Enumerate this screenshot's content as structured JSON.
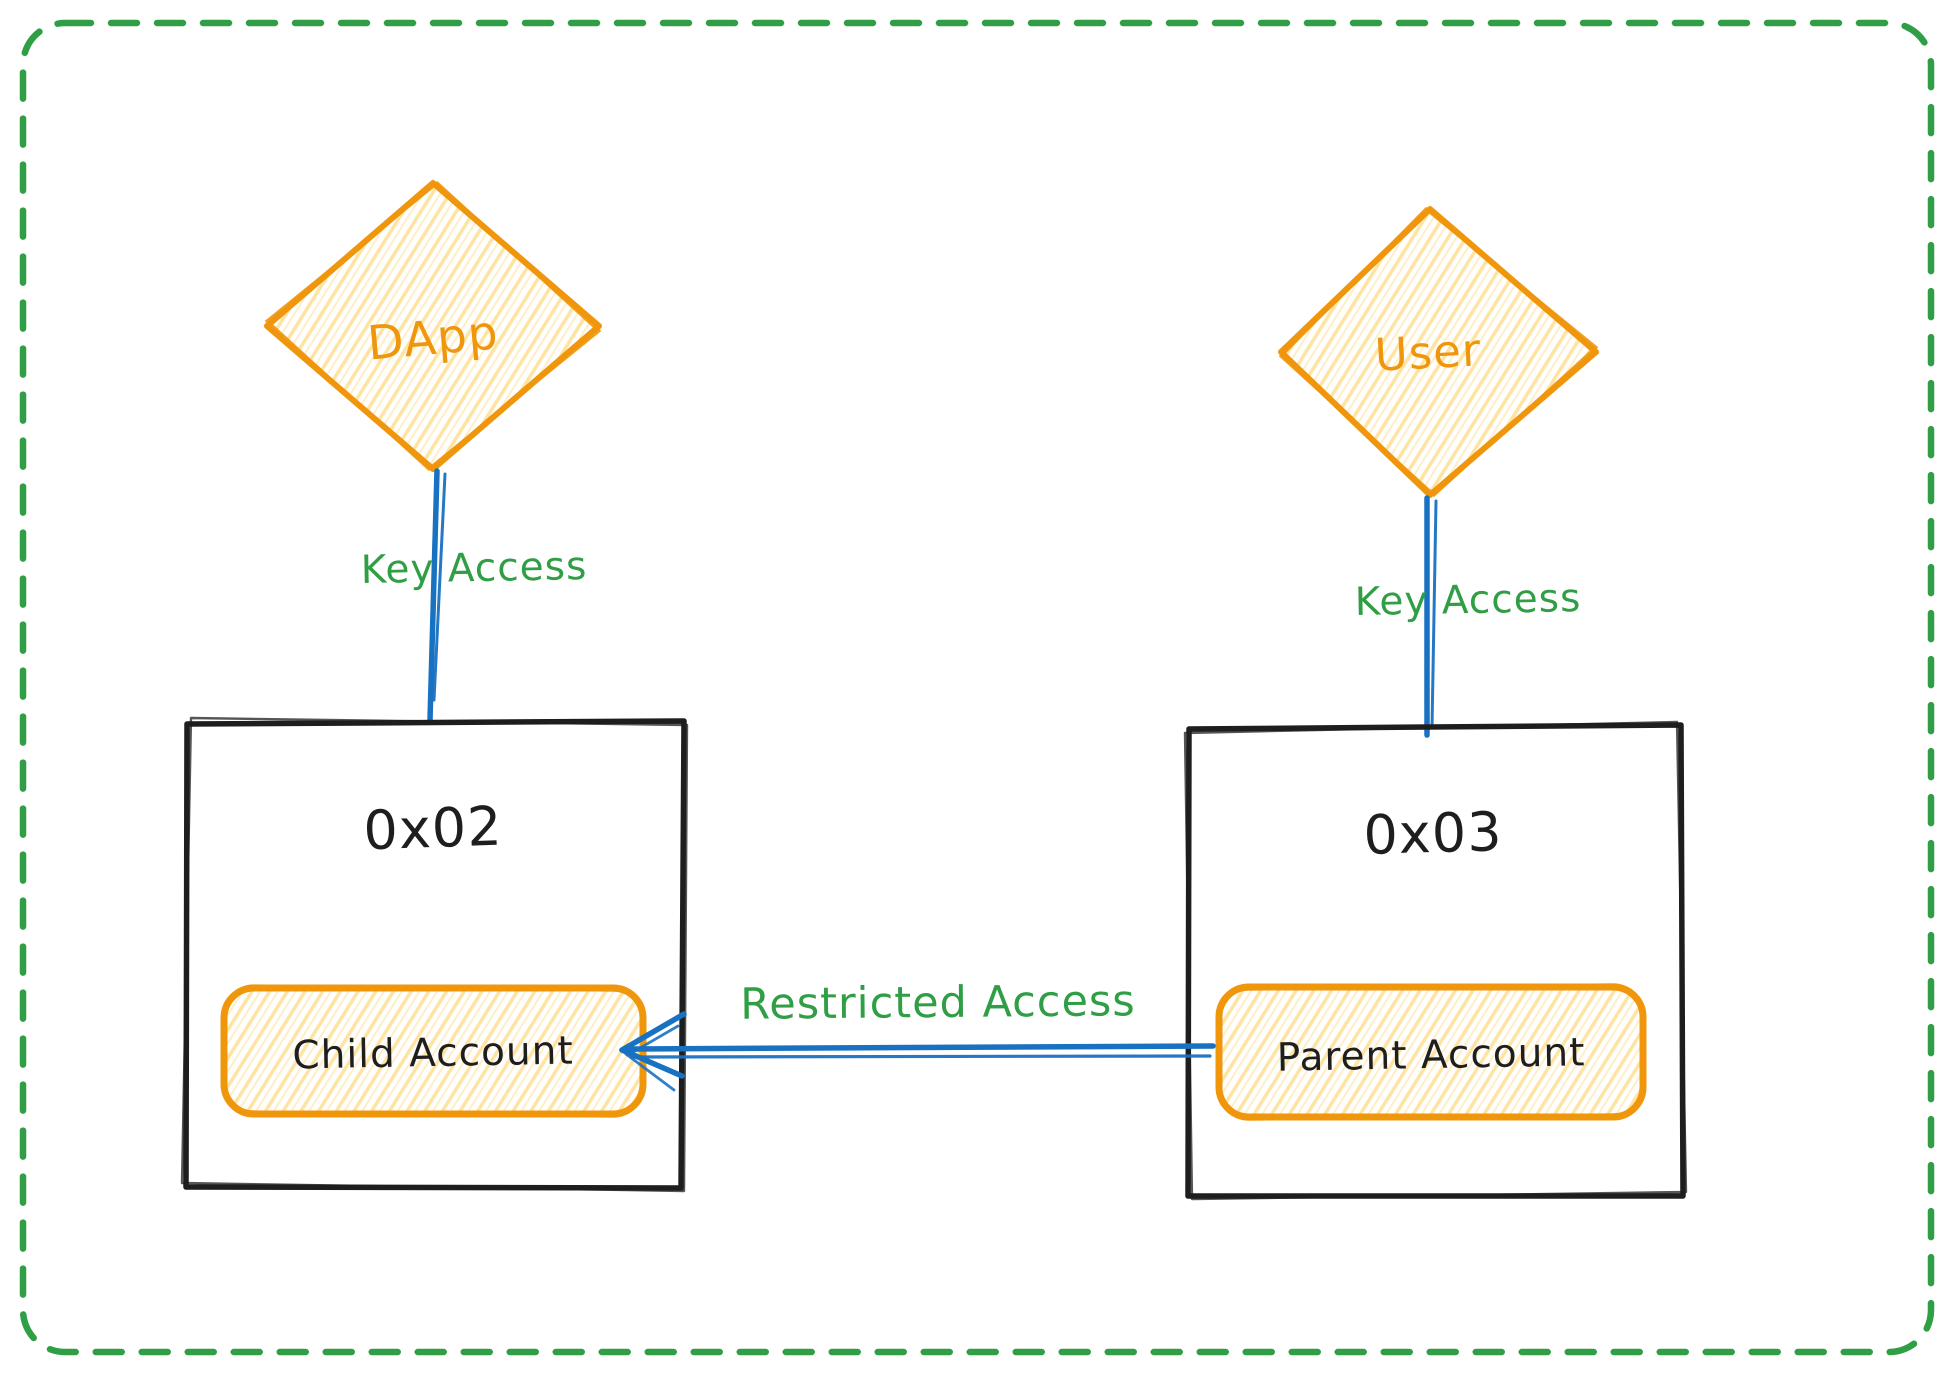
{
  "palette": {
    "background": "#ffffff",
    "border_green": "#2f9e44",
    "shape_orange": "#ef960c",
    "hatch_yellow": "#ffe3a0",
    "hatch_yellow_light": "#ffeec6",
    "edge_blue": "#1971c2",
    "box_black": "#1e1e1e"
  },
  "diagram": {
    "dapp": {
      "label": "DApp"
    },
    "user": {
      "label": "User"
    },
    "box_left": {
      "address": "0x02",
      "account": "Child Account"
    },
    "box_right": {
      "address": "0x03",
      "account": "Parent Account"
    },
    "edge_dapp": {
      "label": "Key Access"
    },
    "edge_user": {
      "label": "Key Access"
    },
    "edge_restricted": {
      "label": "Restricted Access"
    }
  }
}
